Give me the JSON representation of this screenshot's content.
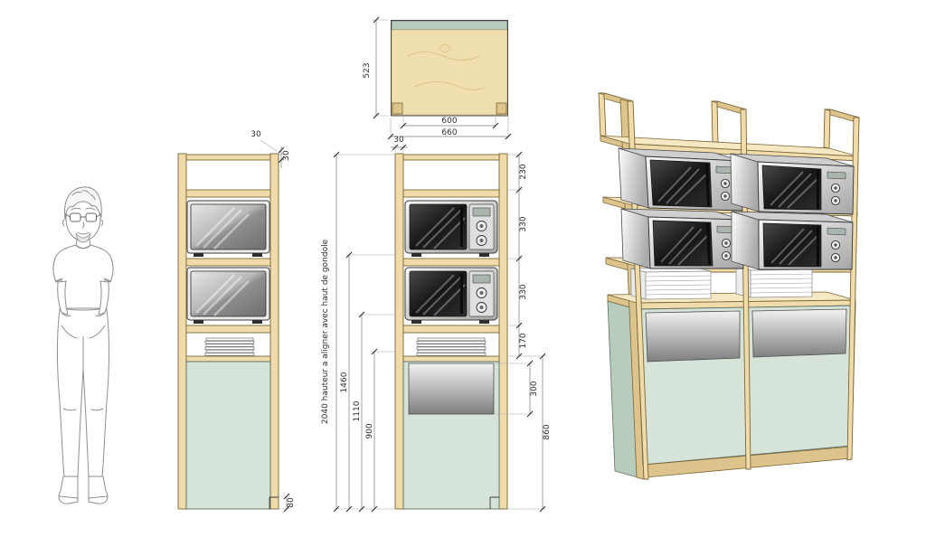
{
  "views": {
    "plan": {
      "depth": "523",
      "inner_width": "600",
      "outer_width": "660"
    },
    "side": {
      "rail_height": "30",
      "post_width": "30",
      "plinth_height": "80"
    },
    "front": {
      "post_width": "30",
      "sections": [
        "230",
        "330",
        "330",
        "170"
      ],
      "panel_height": "300",
      "base_height": "860",
      "level_1": "1460",
      "level_2": "1110",
      "level_3": "900",
      "total_height_note": "2040 hauteur a aligner avec haut de gondole"
    }
  },
  "colors": {
    "wood": "#efdcaa",
    "wood_dark": "#dcc48c",
    "wood_edge": "#7a6638",
    "green": "#d6e3d8",
    "green_dark": "#b7ccbc",
    "steel_light": "#f2f2f2",
    "steel_dark": "#7f7f7f",
    "outline": "#3a3a3a"
  }
}
